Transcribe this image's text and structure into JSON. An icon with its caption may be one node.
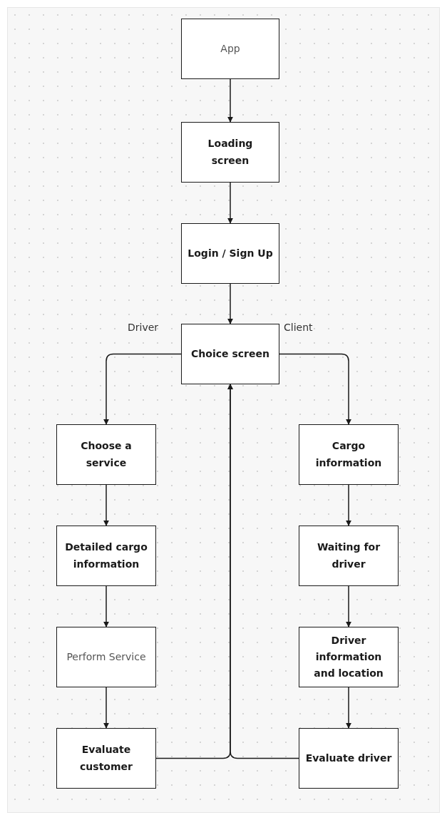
{
  "diagram": {
    "nodes": [
      {
        "text": [
          "App"
        ]
      },
      {
        "text": [
          "Loading screen"
        ]
      },
      {
        "text": [
          "Login / Sign Up"
        ]
      },
      {
        "text": [
          "Choice screen"
        ]
      },
      {
        "text": [
          "Choose a service"
        ]
      },
      {
        "text": [
          "Detailed cargo information"
        ]
      },
      {
        "text": [
          "Perform Service"
        ]
      },
      {
        "text": [
          "Evaluate customer"
        ]
      },
      {
        "text": [
          "Cargo information"
        ]
      },
      {
        "text": [
          "Waiting for driver"
        ]
      },
      {
        "text": [
          "Driver information and location"
        ]
      },
      {
        "text": [
          "Evaluate driver"
        ]
      }
    ],
    "edges": [
      {
        "from": 0,
        "to": 1,
        "arrow": "to"
      },
      {
        "from": 1,
        "to": 2,
        "arrow": "to"
      },
      {
        "from": 2,
        "to": 3,
        "arrow": "to"
      },
      {
        "from": 3,
        "to": 4,
        "arrow": "to",
        "label": "Driver"
      },
      {
        "from": 3,
        "to": 8,
        "arrow": "to",
        "label": "Client"
      },
      {
        "from": 4,
        "to": 5,
        "arrow": "to"
      },
      {
        "from": 5,
        "to": 6,
        "arrow": "to"
      },
      {
        "from": 6,
        "to": 7,
        "arrow": "to"
      },
      {
        "from": 8,
        "to": 9,
        "arrow": "to"
      },
      {
        "from": 9,
        "to": 10,
        "arrow": "to"
      },
      {
        "from": 10,
        "to": 11,
        "arrow": "to"
      },
      {
        "from": 7,
        "to": 3,
        "arrow": "to"
      },
      {
        "from": 11,
        "to": 3,
        "arrow": "to"
      }
    ]
  }
}
